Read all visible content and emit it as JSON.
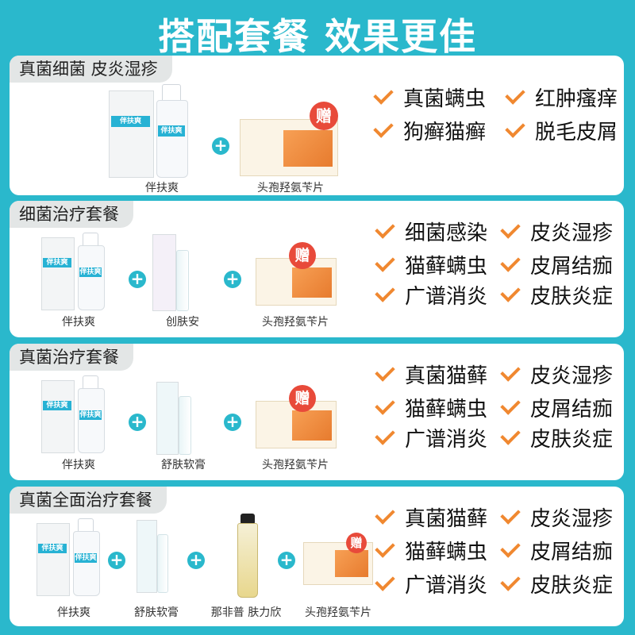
{
  "title": "搭配套餐 效果更佳",
  "gift_badge": "赠",
  "product_text": {
    "banfushuang": "伴扶爽"
  },
  "bundles": [
    {
      "label": "真菌细菌 皮炎湿疹",
      "products": [
        "伴扶爽",
        "头孢羟氨苄片"
      ],
      "features": [
        "真菌螨虫",
        "红肿瘙痒",
        "狗癣猫癣",
        "脱毛皮屑"
      ]
    },
    {
      "label": "细菌治疗套餐",
      "products": [
        "伴扶爽",
        "创肤安",
        "头孢羟氨苄片"
      ],
      "features": [
        "细菌感染",
        "皮炎湿疹",
        "猫藓螨虫",
        "皮屑结痂",
        "广谱消炎",
        "皮肤炎症"
      ]
    },
    {
      "label": "真菌治疗套餐",
      "products": [
        "伴扶爽",
        "舒肤软膏",
        "头孢羟氨苄片"
      ],
      "features": [
        "真菌猫藓",
        "皮炎湿疹",
        "猫藓螨虫",
        "皮屑结痂",
        "广谱消炎",
        "皮肤炎症"
      ]
    },
    {
      "label": "真菌全面治疗套餐",
      "products": [
        "伴扶爽",
        "舒肤软膏",
        "那非普 肤力欣",
        "头孢羟氨苄片"
      ],
      "features": [
        "真菌猫藓",
        "皮炎湿疹",
        "猫藓螨虫",
        "皮屑结痂",
        "广谱消炎",
        "皮肤炎症"
      ]
    }
  ],
  "colors": {
    "background": "#2ab8cc",
    "check": "#f08830",
    "gift": "#e84a3a"
  }
}
